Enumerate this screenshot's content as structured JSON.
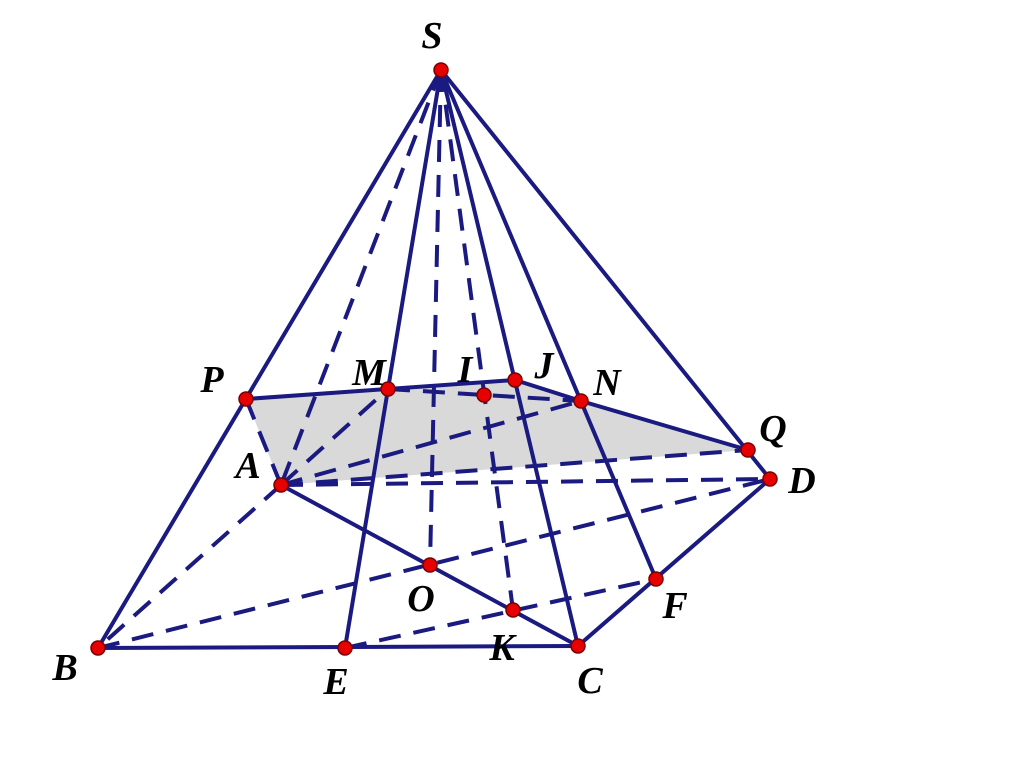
{
  "figure": {
    "kind": "pyramid-section",
    "line_color": "#1a1a80",
    "point_color": "#e60000",
    "section_fill": "#d9d9d9"
  },
  "points": [
    {
      "id": "S",
      "label": "S"
    },
    {
      "id": "A",
      "label": "A"
    },
    {
      "id": "B",
      "label": "B"
    },
    {
      "id": "C",
      "label": "C"
    },
    {
      "id": "D",
      "label": "D"
    },
    {
      "id": "O",
      "label": "O"
    },
    {
      "id": "E",
      "label": "E"
    },
    {
      "id": "F",
      "label": "F"
    },
    {
      "id": "K",
      "label": "K"
    },
    {
      "id": "P",
      "label": "P"
    },
    {
      "id": "M",
      "label": "M"
    },
    {
      "id": "I",
      "label": "I"
    },
    {
      "id": "J",
      "label": "J"
    },
    {
      "id": "N",
      "label": "N"
    },
    {
      "id": "Q",
      "label": "Q"
    }
  ],
  "segments": {
    "solid": [
      [
        "S",
        "B"
      ],
      [
        "S",
        "C"
      ],
      [
        "S",
        "D"
      ],
      [
        "S",
        "E"
      ],
      [
        "S",
        "F"
      ],
      [
        "B",
        "C"
      ],
      [
        "C",
        "D"
      ],
      [
        "A",
        "C"
      ],
      [
        "P",
        "M"
      ],
      [
        "M",
        "J"
      ],
      [
        "J",
        "N"
      ],
      [
        "N",
        "Q"
      ]
    ],
    "dashed": [
      [
        "S",
        "A"
      ],
      [
        "S",
        "O"
      ],
      [
        "S",
        "K"
      ],
      [
        "A",
        "B"
      ],
      [
        "A",
        "D"
      ],
      [
        "B",
        "D"
      ],
      [
        "E",
        "F"
      ],
      [
        "P",
        "A"
      ],
      [
        "A",
        "M"
      ],
      [
        "A",
        "N"
      ],
      [
        "A",
        "Q"
      ],
      [
        "M",
        "N"
      ]
    ]
  },
  "section_polygon": [
    "P",
    "M",
    "J",
    "N",
    "Q",
    "A"
  ]
}
